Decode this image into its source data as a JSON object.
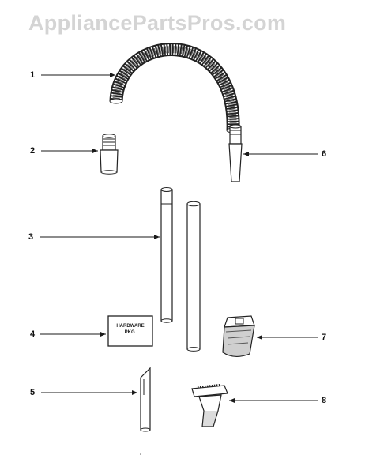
{
  "watermark": "AppliancePartsPros.com",
  "hardware_package_label": [
    "HARDWARE",
    "PKG."
  ],
  "callouts": [
    "1",
    "2",
    "3",
    "4",
    "5",
    "6",
    "7",
    "8"
  ],
  "parts": [
    {
      "callout": "1",
      "shape": "flexible-hose-icon"
    },
    {
      "callout": "2",
      "shape": "hose-end-fitting-icon"
    },
    {
      "callout": "3",
      "shape": "extension-wand-icon"
    },
    {
      "callout": "4",
      "shape": "hardware-package-icon"
    },
    {
      "callout": "5",
      "shape": "crevice-tool-icon"
    },
    {
      "callout": "6",
      "shape": "hose-end-fitting-icon"
    },
    {
      "callout": "7",
      "shape": "upholstery-tool-icon"
    },
    {
      "callout": "8",
      "shape": "floor-nozzle-icon"
    }
  ],
  "colors": {
    "line": "#1a1a1a",
    "watermark": "#d4d4d4",
    "background": "#ffffff"
  }
}
